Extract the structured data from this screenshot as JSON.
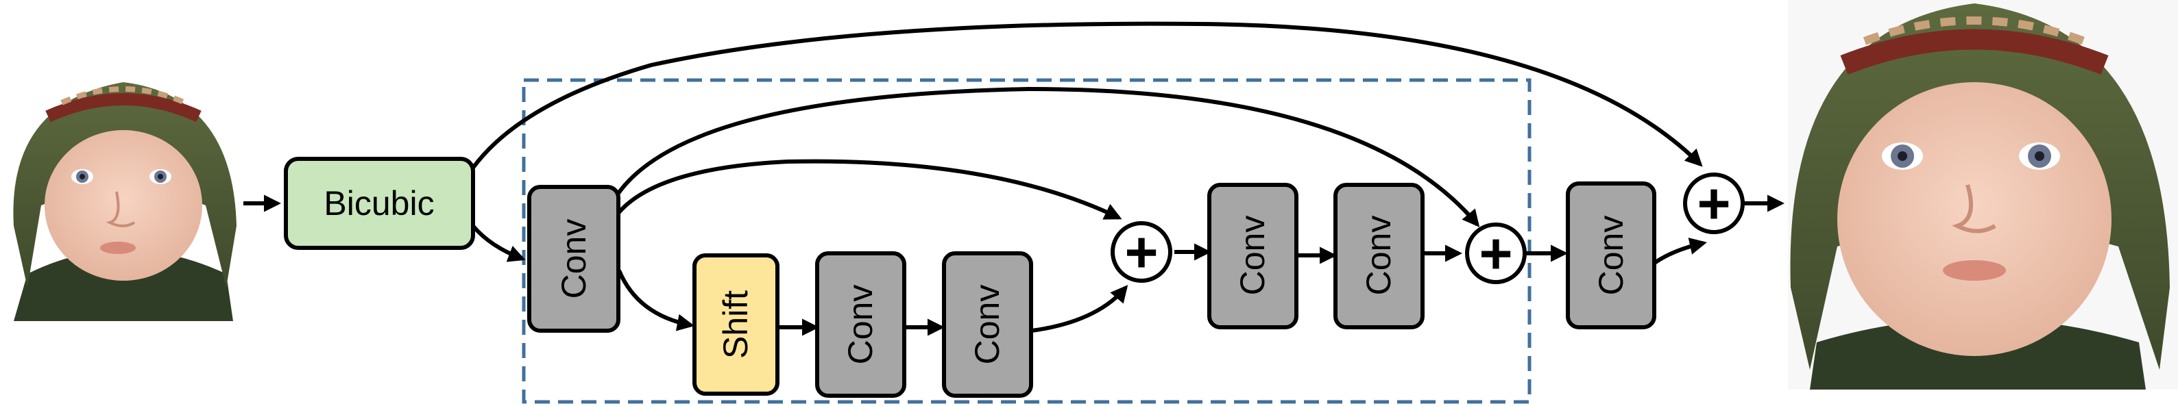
{
  "diagram": {
    "input_image": {
      "subject": "baby-face-photo-small"
    },
    "output_image": {
      "subject": "baby-face-photo-large"
    },
    "blocks": {
      "bicubic": {
        "label": "Bicubic",
        "color": "#c9e6bd"
      },
      "conv1": {
        "label": "Conv",
        "color": "#a6a6a6"
      },
      "shift": {
        "label": "Shift",
        "color": "#fde59a"
      },
      "conv2": {
        "label": "Conv",
        "color": "#a6a6a6"
      },
      "conv3": {
        "label": "Conv",
        "color": "#a6a6a6"
      },
      "conv4": {
        "label": "Conv",
        "color": "#a6a6a6"
      },
      "conv5": {
        "label": "Conv",
        "color": "#a6a6a6"
      },
      "conv6": {
        "label": "Conv",
        "color": "#a6a6a6"
      }
    },
    "sum_nodes": [
      "+",
      "+",
      "+"
    ],
    "dashed_box_color": "#41719c"
  }
}
